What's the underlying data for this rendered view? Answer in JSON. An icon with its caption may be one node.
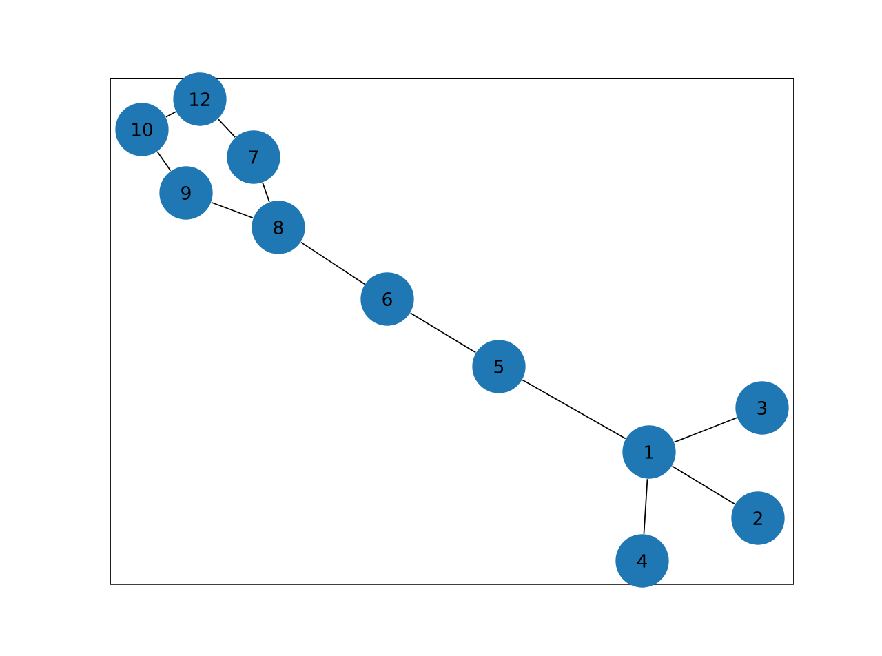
{
  "diagram": {
    "nodes": [
      {
        "text": [
          "12"
        ]
      },
      {
        "text": [
          "10"
        ]
      },
      {
        "text": [
          "7"
        ]
      },
      {
        "text": [
          "9"
        ]
      },
      {
        "text": [
          "8"
        ]
      },
      {
        "text": [
          "6"
        ]
      },
      {
        "text": [
          "5"
        ]
      },
      {
        "text": [
          "3"
        ]
      },
      {
        "text": [
          "1"
        ]
      },
      {
        "text": [
          "2"
        ]
      },
      {
        "text": [
          "4"
        ]
      }
    ],
    "edges": [
      {
        "from": 0,
        "to": 1,
        "arrow": "none"
      },
      {
        "from": 0,
        "to": 2,
        "arrow": "none"
      },
      {
        "from": 1,
        "to": 3,
        "arrow": "none"
      },
      {
        "from": 3,
        "to": 4,
        "arrow": "none"
      },
      {
        "from": 2,
        "to": 4,
        "arrow": "none"
      },
      {
        "from": 4,
        "to": 5,
        "arrow": "none"
      },
      {
        "from": 5,
        "to": 6,
        "arrow": "none"
      },
      {
        "from": 6,
        "to": 8,
        "arrow": "none"
      },
      {
        "from": 8,
        "to": 7,
        "arrow": "none"
      },
      {
        "from": 8,
        "to": 9,
        "arrow": "none"
      },
      {
        "from": 8,
        "to": 10,
        "arrow": "none"
      }
    ]
  }
}
